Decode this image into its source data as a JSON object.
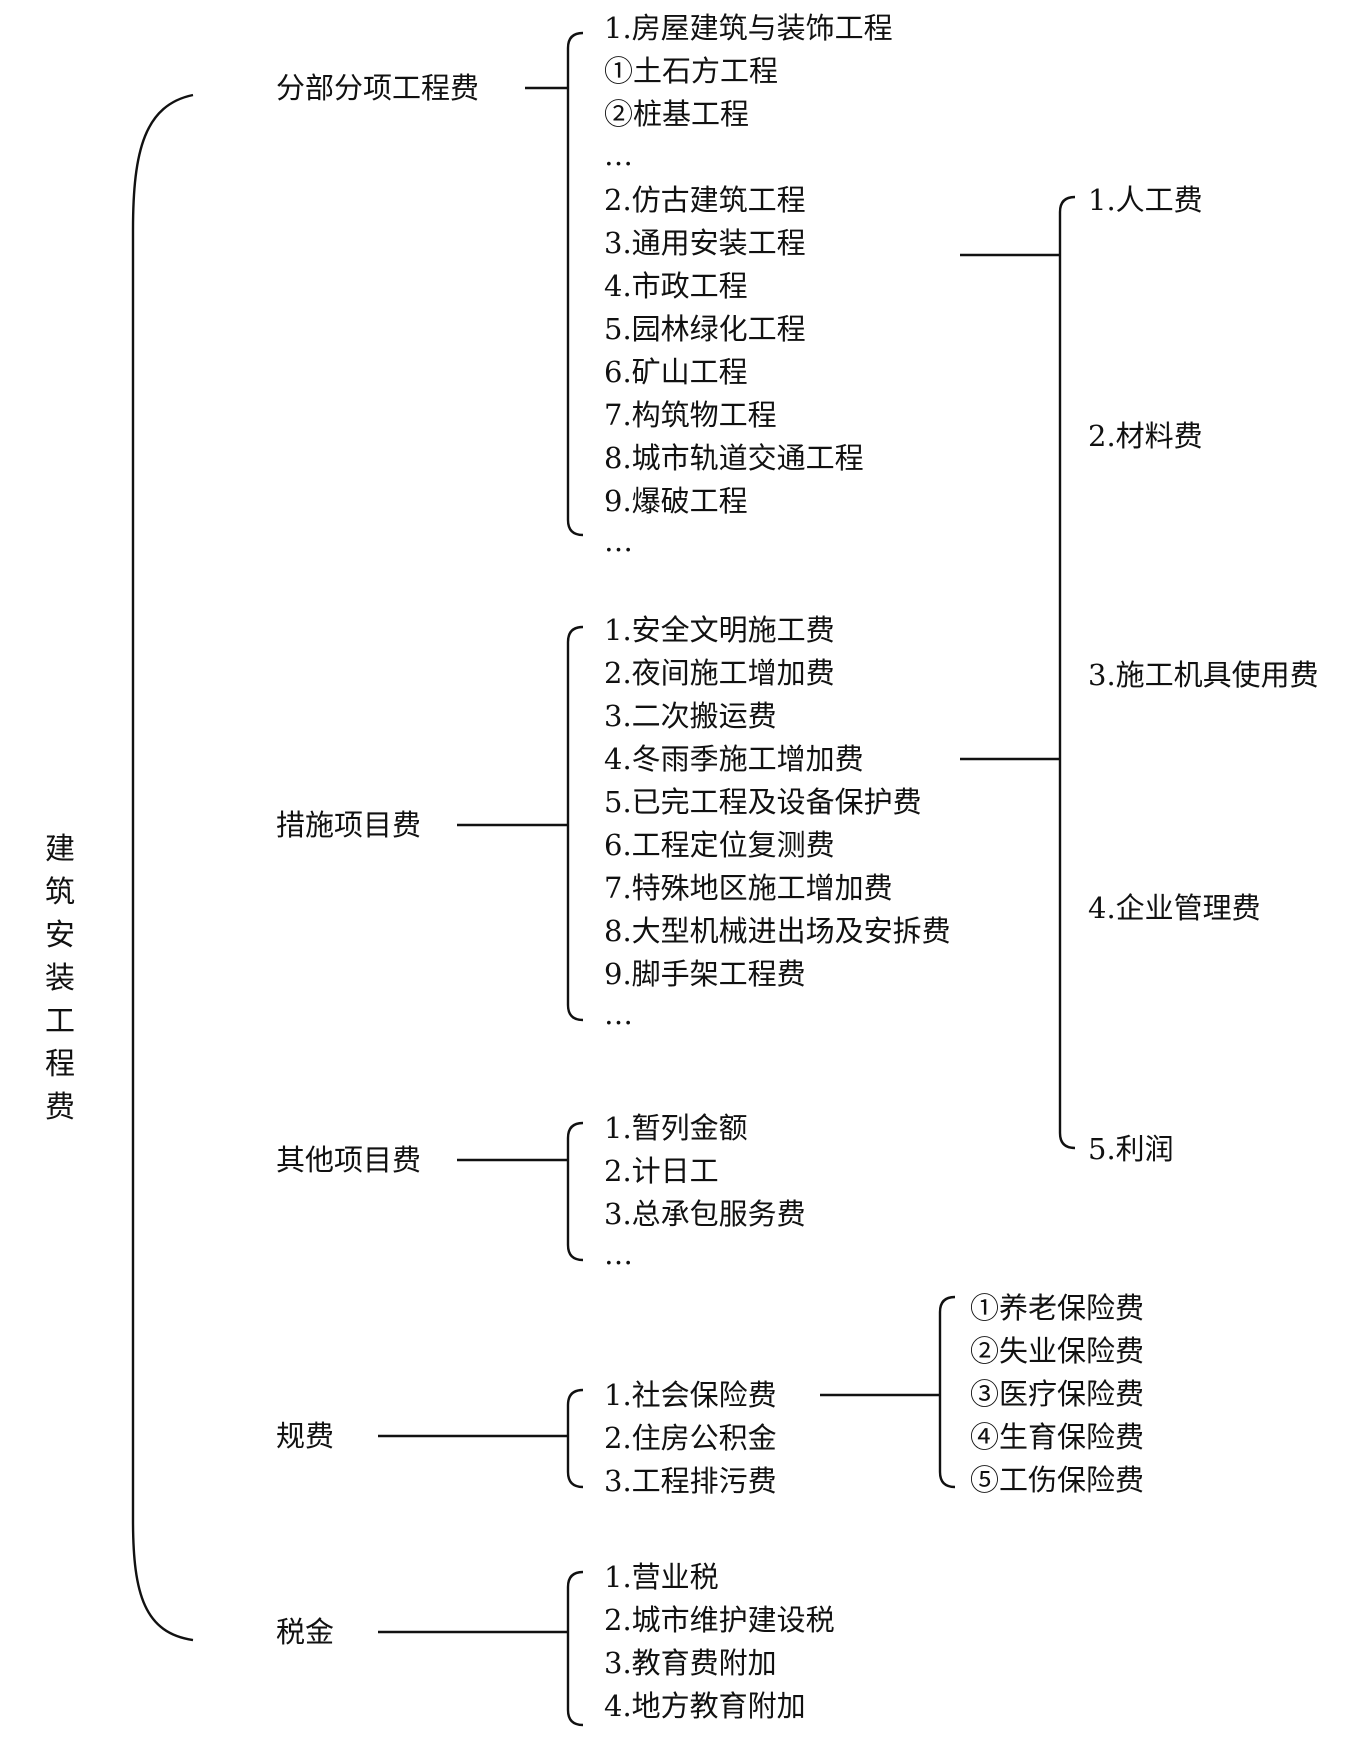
{
  "root": "建筑安装工程费",
  "categories": [
    {
      "label": "分部分项工程费",
      "items": [
        "1.房屋建筑与装饰工程",
        "①土石方工程",
        "②桩基工程",
        "…",
        "2.仿古建筑工程",
        "3.通用安装工程",
        "4.市政工程",
        "5.园林绿化工程",
        "6.矿山工程",
        "7.构筑物工程",
        "8.城市轨道交通工程",
        "9.爆破工程",
        "…"
      ]
    },
    {
      "label": "措施项目费",
      "items": [
        "1.安全文明施工费",
        "2.夜间施工增加费",
        "3.二次搬运费",
        "4.冬雨季施工增加费",
        "5.已完工程及设备保护费",
        "6.工程定位复测费",
        "7.特殊地区施工增加费",
        "8.大型机械进出场及安拆费",
        "9.脚手架工程费",
        "…"
      ]
    },
    {
      "label": "其他项目费",
      "items": [
        "1.暂列金额",
        "2.计日工",
        "3.总承包服务费",
        "…"
      ]
    },
    {
      "label": "规费",
      "items": [
        "1.社会保险费",
        "2.住房公积金",
        "3.工程排污费"
      ]
    },
    {
      "label": "税金",
      "items": [
        "1.营业税",
        "2.城市维护建设税",
        "3.教育费附加",
        "4.地方教育附加"
      ]
    }
  ],
  "cost_components": [
    "1.人工费",
    "2.材料费",
    "3.施工机具使用费",
    "4.企业管理费",
    "5.利润"
  ],
  "social_insurance": [
    "①养老保险费",
    "②失业保险费",
    "③医疗保险费",
    "④生育保险费",
    "⑤工伤保险费"
  ]
}
